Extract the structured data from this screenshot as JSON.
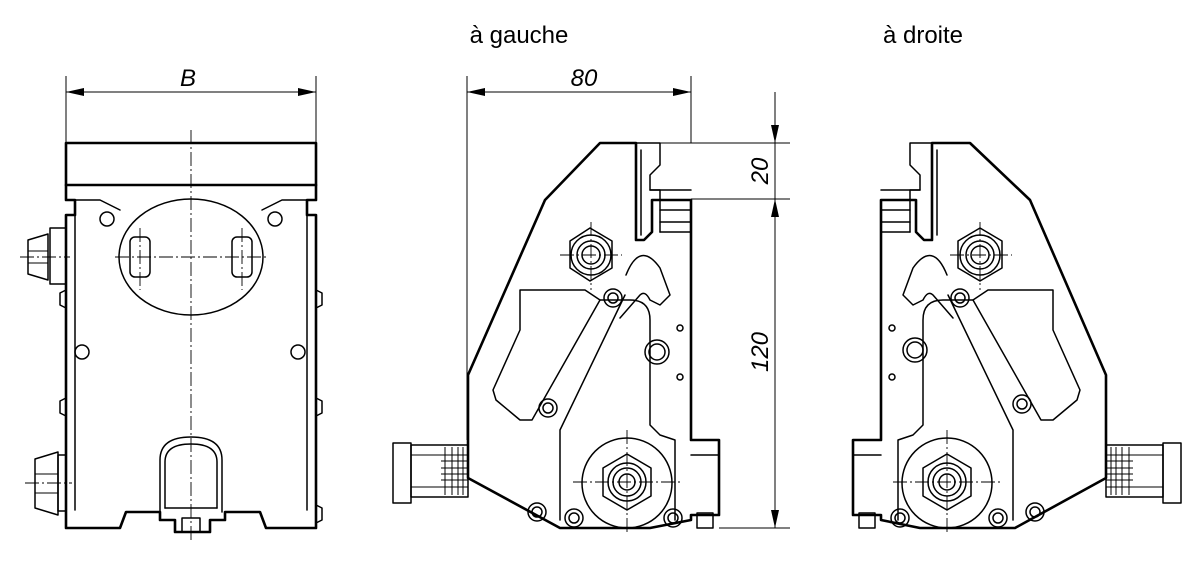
{
  "views": {
    "left_label": "à gauche",
    "right_label": "à droite"
  },
  "dimensions": {
    "width_label": "B",
    "depth": "80",
    "top_height": "20",
    "main_height": "120"
  }
}
